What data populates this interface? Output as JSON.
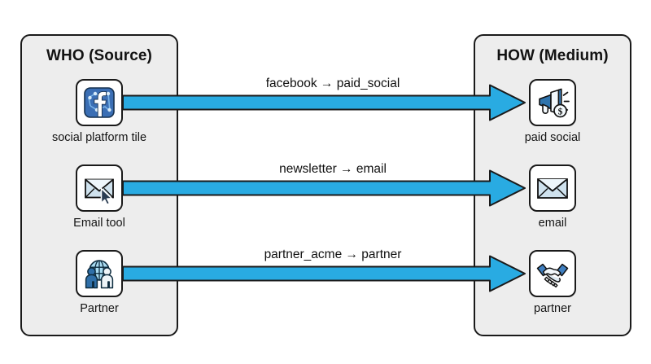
{
  "diagram": {
    "title": "",
    "colors": {
      "arrow": "#29ABE2",
      "arrow_stroke": "#1a1a1a",
      "panel_fill": "#ededed",
      "panel_stroke": "#1a1a1a",
      "tile_fill": "#ffffff",
      "icon_blue": "#2a6fba",
      "icon_light_blue": "#9fd3ef",
      "text": "#101010"
    }
  },
  "source_panel": {
    "title": "WHO (Source)",
    "nodes": [
      {
        "icon": "facebook-social-icon",
        "caption": "social platform tile"
      },
      {
        "icon": "envelope-cursor-icon",
        "caption": "Email tool"
      },
      {
        "icon": "people-globe-icon",
        "caption": "Partner"
      }
    ]
  },
  "medium_panel": {
    "title": "HOW (Medium)",
    "nodes": [
      {
        "icon": "megaphone-dollar-icon",
        "caption": "paid social"
      },
      {
        "icon": "envelope-icon",
        "caption": "email"
      },
      {
        "icon": "handshake-icon",
        "caption": "partner"
      }
    ]
  },
  "mappings": [
    {
      "label": "facebook → paid_social",
      "from": "social platform tile",
      "to": "paid social"
    },
    {
      "label": "newsletter → email",
      "from": "Email tool",
      "to": "email"
    },
    {
      "label": "partner_acme → partner",
      "from": "Partner",
      "to": "partner"
    }
  ]
}
